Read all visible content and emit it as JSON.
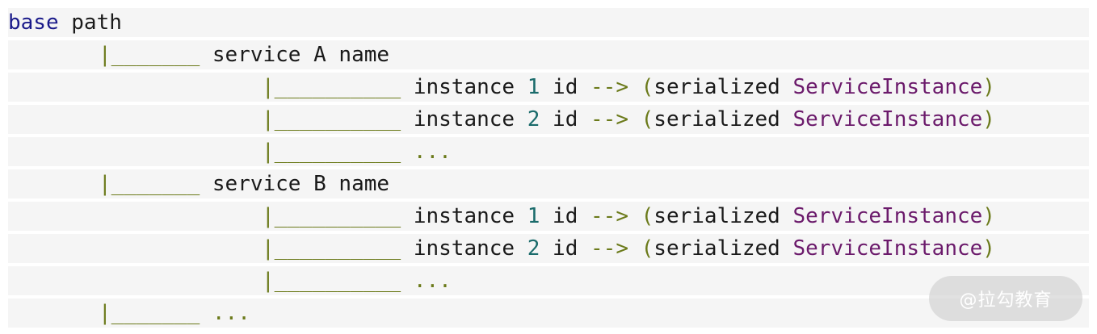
{
  "code": {
    "line1": {
      "keyword": "base",
      "rest": " path"
    },
    "line2": {
      "branch": "|_______",
      "text": " service A name"
    },
    "line3": {
      "branch": "|__________",
      "t1": " instance ",
      "num": "1",
      "t2": " id ",
      "arrow": "-->",
      "t3": " ",
      "paren_open": "(",
      "t4": "serialized ",
      "cls": "ServiceInstance",
      "paren_close": ")"
    },
    "line4": {
      "branch": "|__________",
      "t1": " instance ",
      "num": "2",
      "t2": " id ",
      "arrow": "-->",
      "t3": " ",
      "paren_open": "(",
      "t4": "serialized ",
      "cls": "ServiceInstance",
      "paren_close": ")"
    },
    "line5": {
      "branch": "|__________",
      "dots": " ..."
    },
    "line6": {
      "branch": "|_______",
      "text": " service B name"
    },
    "line7": {
      "branch": "|__________",
      "t1": " instance ",
      "num": "1",
      "t2": " id ",
      "arrow": "-->",
      "t3": " ",
      "paren_open": "(",
      "t4": "serialized ",
      "cls": "ServiceInstance",
      "paren_close": ")"
    },
    "line8": {
      "branch": "|__________",
      "t1": " instance ",
      "num": "2",
      "t2": " id ",
      "arrow": "-->",
      "t3": " ",
      "paren_open": "(",
      "t4": "serialized ",
      "cls": "ServiceInstance",
      "paren_close": ")"
    },
    "line9": {
      "branch": "|__________",
      "dots": " ..."
    },
    "line10": {
      "branch": "|_______",
      "dots": " ..."
    }
  },
  "watermark": {
    "text": "@拉勾教育"
  }
}
